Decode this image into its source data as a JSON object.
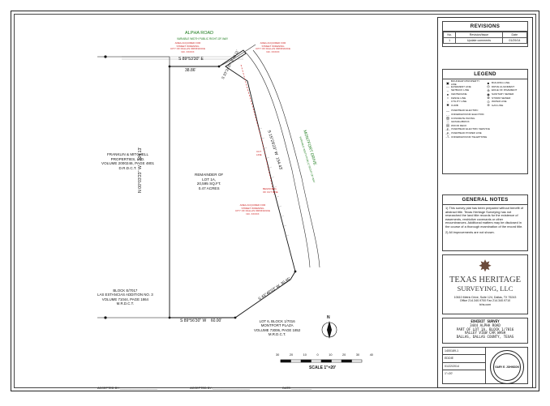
{
  "revisions": {
    "title": "REVISIONS",
    "headers": [
      "No.",
      "Revision/Issue",
      "Date"
    ],
    "rows": [
      [
        "1",
        "Update comments",
        "01/29/14"
      ]
    ]
  },
  "legend": {
    "title": "LEGEND",
    "items": [
      "BOUNDARY/PROPERTY LINE",
      "EASEMENT LINE",
      "SETBACK LINE",
      "CENTERLINE",
      "FENCE LINE",
      "UTILITY LINE",
      "CURB",
      "BUILDING LINE",
      "DRIVE ALIGNMENT",
      "EDGE OF PAVEMENT",
      "SANITARY SEWER",
      "STORM SEWER",
      "WATER LINE",
      "GAS LINE",
      "OVERHEAD ELECTRIC",
      "UNDERGROUND ELECTRIC",
      "CONCRETE PAVING",
      "GRAVEL/BRICK",
      "WOOD DECK",
      "OVERHEAD ELECTRIC SERVICE",
      "OVERHEAD POWER LINE",
      "UNDERGROUND TELEPHONE"
    ]
  },
  "notes": {
    "title": "GENERAL NOTES",
    "items": [
      "1) This survey plat has been prepared without benefit of abstract title. Texas Heritage Surveying has not researched the land title records for the existence of easements, restrictive covenants or other encumbrances. Additional matters may be disclosed in the course of a thorough examination of the record title.",
      "2) All improvements are not shown."
    ]
  },
  "company": {
    "name_line1": "TEXAS HERITAGE",
    "name_line2": "SURVEYING, LLC",
    "address": "10610 Metric Drive, Suite 124, Dallas, TX 75243",
    "phone": "Office 214.340.9700 Fax 214.340.9710",
    "web": "txhs.com"
  },
  "title_block": {
    "header": "EXHIBIT SURVEY",
    "lines": [
      "3444 ALPHA ROAD",
      "PART OF LOT 1A, BLOCK 1/7016",
      "VALLEY VIEW CAR WASH",
      "DALLAS, DALLAS COUNTY, TEXAS"
    ],
    "job_no": "1400189-1",
    "drawn": "EDDIE",
    "date": "01/22/2014",
    "scale": "1\"=20'",
    "seal_name": "GARY E. JOHNSON"
  },
  "drawing": {
    "road_name": "ALPHA ROAD",
    "road_note": "VARIABLE WIDTH PUBLIC RIGHT-OF-WAY",
    "area_left": [
      "AREA ACQUIRED FOR",
      "STREET WIDENING",
      "CITY OF DALLAS ORDINANCE",
      "NO. XXXXX"
    ],
    "area_right": [
      "AREA ACQUIRED FOR",
      "STREET WIDENING",
      "CITY OF DALLAS ORDINANCE",
      "NO. XXXXX"
    ],
    "area_middle": [
      "AREA ACQUIRED FOR",
      "STREET WIDENING",
      "CITY OF DALLAS ORDINANCE",
      "NO. XXXXX"
    ],
    "franklin": [
      "FRANKLIN & MITCHELL",
      "PROPERTIES, LTD.",
      "VOLUME 2000246, PAGE 4801",
      "D.R.D.C.T."
    ],
    "remainder": [
      "REMAINDER OF",
      "LOT 1A,",
      "20,595 SQ.FT.",
      "0.47 ACRES"
    ],
    "block_left": [
      "BLOCK E/7017",
      "LAS ESTANCIAS ADDITION NO. 3",
      "VOLUME 71044, PAGE 1864",
      "M.R.D.C.T."
    ],
    "block_right": [
      "LOT 6, BLOCK 1/7016",
      "MONTFORT PLAZA",
      "VOLUME 73006, PAGE 1852",
      "M.R.D.C.T."
    ],
    "montfort": "MONTFORT DRIVE",
    "montfort_note": "VARIABLE WIDTH PUBLIC RIGHT-OF-WAY",
    "bearing_top": "S 89°53'30\" E",
    "dist_top": "38.86'",
    "bearing_left": "N 00°03'23\" W",
    "dist_left": "224.13'",
    "bearing_bottom": "S 89°56'30\" W",
    "dist_bottom": "60.00'",
    "bearing_diag_low": "S 43°46'03\" W",
    "dist_diag_low": "30.45'",
    "bearing_diag_main": "S 15°29'23\" W",
    "dist_diag_main": "154.43'",
    "bearing_diag_top": "S 33°24'07\" E",
    "dist_diag_top": "46.11'",
    "beginning": [
      "BEGINNING",
      "OF CUT LINE"
    ],
    "cut_line": [
      "CUT",
      "LINE"
    ],
    "scale_text": "SCALE 1\"=20'",
    "scale_ticks": [
      "30",
      "20",
      "10",
      "0",
      "10",
      "20",
      "30",
      "40"
    ],
    "north_label": "N"
  },
  "signatures": [
    "ACCEPTED BY:",
    "ACCEPTED BY:",
    "DATE:"
  ]
}
